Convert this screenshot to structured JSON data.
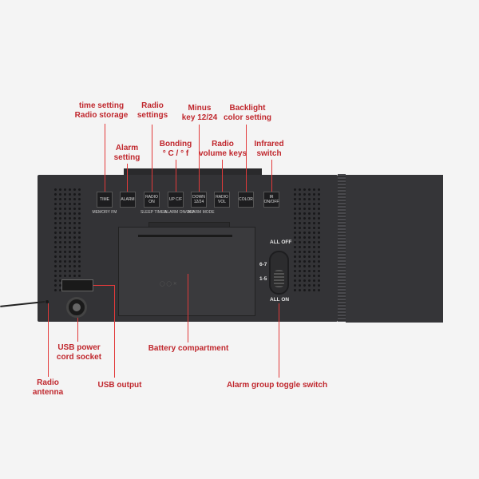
{
  "buttons": [
    {
      "label": "TIME",
      "sub": "MEMORY FM"
    },
    {
      "label": "ALARM",
      "sub": ""
    },
    {
      "label": "RADIO ON",
      "sub": "SLEEP TIMER"
    },
    {
      "label": "UP C/F",
      "sub": "ALARM ON/OFF"
    },
    {
      "label": "DOWN 12/24",
      "sub": "ALARM MODE"
    },
    {
      "label": "RADIO VOL",
      "sub": ""
    },
    {
      "label": "COLOR",
      "sub": ""
    },
    {
      "label": "IR ON/OFF",
      "sub": ""
    }
  ],
  "callouts": {
    "time_setting": "time setting\nRadio storage",
    "alarm_setting": "Alarm\nsetting",
    "radio_settings": "Radio\nsettings",
    "bonding": "Bonding\n° C / ° f",
    "minus_key": "Minus\nkey 12/24",
    "radio_volume": "Radio\nvolume keys",
    "backlight": "Backlight\ncolor setting",
    "infrared": "Infrared\nswitch",
    "usb_power": "USB power\ncord socket",
    "battery": "Battery compartment",
    "radio_antenna": "Radio\nantenna",
    "usb_output": "USB output",
    "alarm_toggle": "Alarm group toggle switch"
  },
  "switch": {
    "all_off": "ALL OFF",
    "s67": "6-7",
    "s15": "1-5",
    "all_on": "ALL ON"
  },
  "colors": {
    "label": "#c0272d",
    "device": "#333336"
  }
}
